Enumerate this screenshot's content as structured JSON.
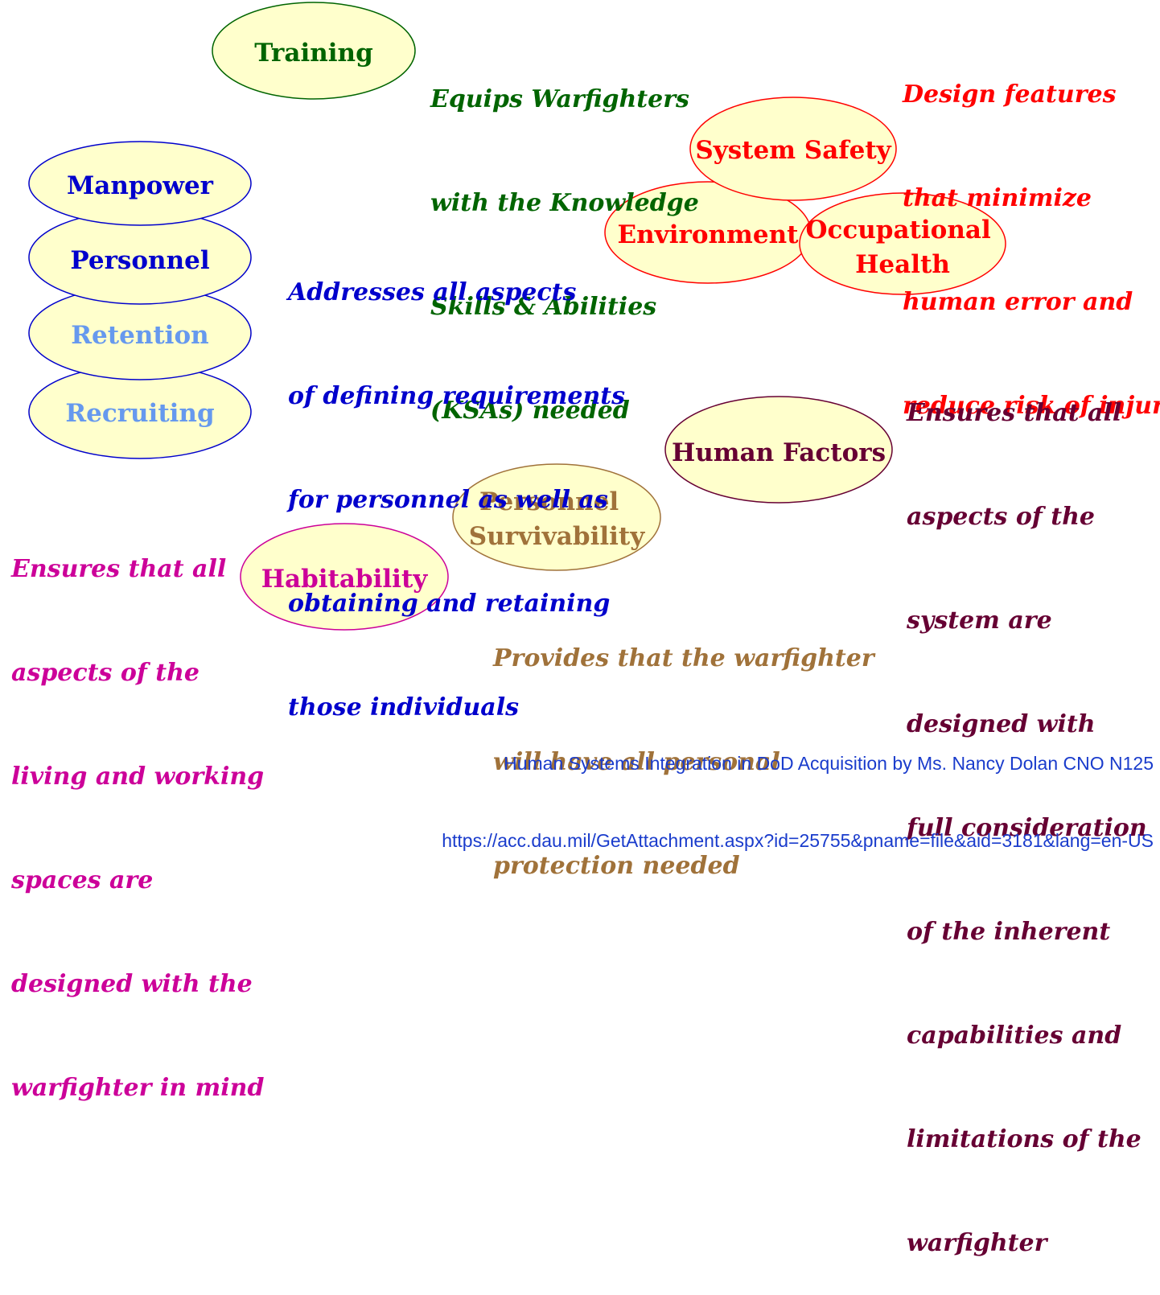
{
  "colors": {
    "fill": "#ffffcc",
    "training": "#006400",
    "personnel_group": "#0000cc",
    "personnel_light": "#6699ee",
    "safety": "#ff0000",
    "human_factors": "#660033",
    "habitability": "#cc0099",
    "survivability": "#a0723a",
    "credit": "#1a3ccc"
  },
  "domains": {
    "training": "Training",
    "manpower": "Manpower",
    "personnel": "Personnel",
    "retention": "Retention",
    "recruiting": "Recruiting",
    "system_safety": "System Safety",
    "environment": "Environment",
    "occupational_health": [
      "Occupational",
      "Health"
    ],
    "human_factors": "Human Factors",
    "personnel_survivability": [
      "Personnel",
      "Survivability"
    ],
    "habitability": "Habitability"
  },
  "descriptions": {
    "training": [
      "Equips Warfighters",
      "with the Knowledge",
      "Skills & Abilities",
      "(KSAs) needed"
    ],
    "personnel": [
      "Addresses all aspects",
      "of defining requirements",
      "for personnel as well as",
      "obtaining and retaining",
      "those individuals"
    ],
    "safety": [
      "Design features",
      "that minimize",
      "human error and",
      "reduce risk of injury"
    ],
    "human_factors": [
      "Ensures that all",
      "aspects of the",
      "system are",
      "designed with",
      "full consideration",
      "of the inherent",
      "capabilities and",
      "limitations of the",
      "warfighter"
    ],
    "habitability": [
      "Ensures that all",
      "aspects of the",
      "living and working",
      "spaces are",
      "designed with the",
      "warfighter in mind"
    ],
    "survivability": [
      "Provides that the warfighter",
      "will have all personal",
      "protection needed"
    ]
  },
  "credit": {
    "line1": "Human Systems Integration in DoD Acquisition by Ms. Nancy Dolan CNO N125",
    "line2": "https://acc.dau.mil/GetAttachment.aspx?id=25755&pname=file&aid=3181&lang=en-US"
  }
}
